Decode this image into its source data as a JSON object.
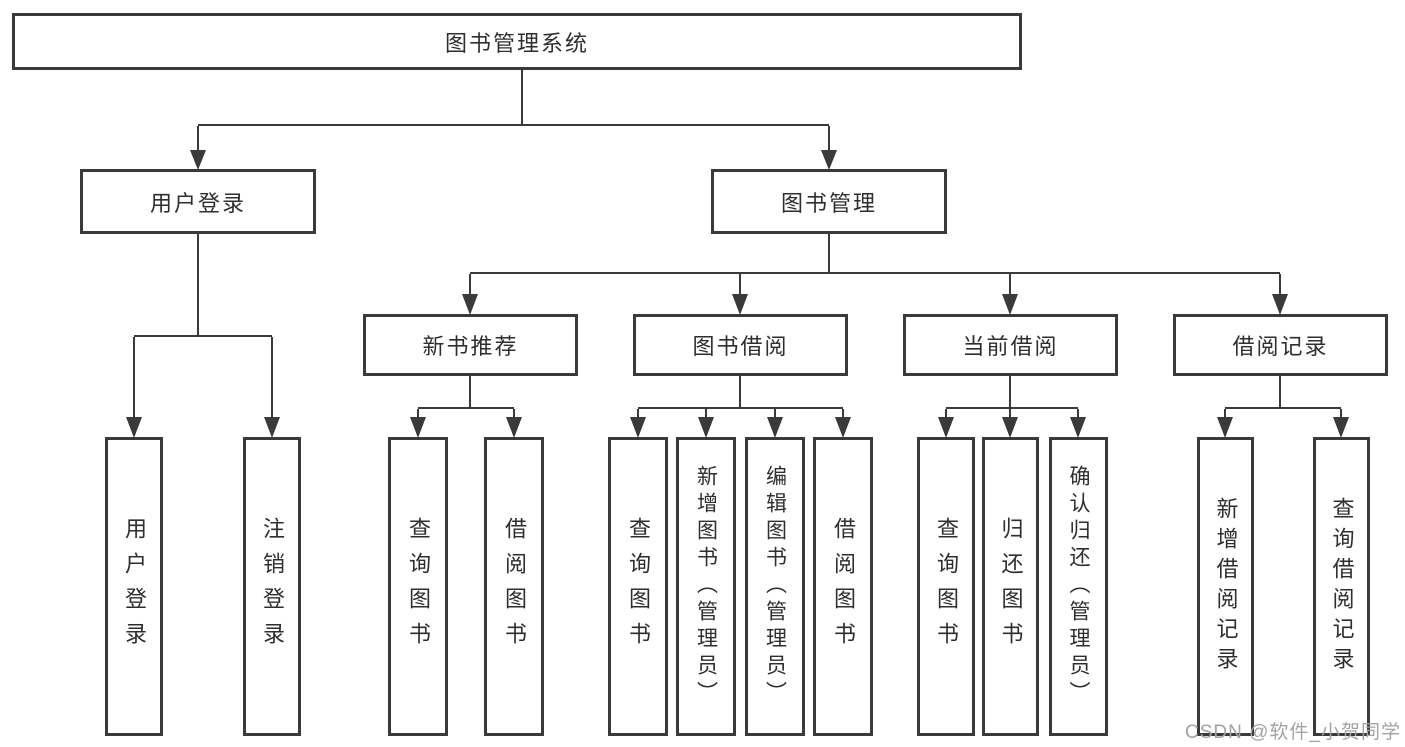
{
  "diagram": {
    "type": "hierarchy-tree",
    "title": "图书管理系统",
    "colors": {
      "background": "#ffffff",
      "box_border": "#3a3a3a",
      "line": "#3a3a3a",
      "text": "#2e2e2e",
      "watermark": "#a3a3a3"
    },
    "nodes": {
      "root": "图书管理系统",
      "user_login": "用户登录",
      "book_mgmt": "图书管理",
      "new_book_rec": "新书推荐",
      "book_borrow": "图书借阅",
      "current_borrow": "当前借阅",
      "borrow_records": "借阅记录",
      "leaf_user_login": "用户登录",
      "leaf_logout": "注销登录",
      "leaf_query_book_rec": "查询图书",
      "leaf_borrow_book_rec": "借阅图书",
      "leaf_query_book_borrow": "查询图书",
      "leaf_add_book": "新增图书（管理员）",
      "leaf_edit_book": "编辑图书（管理员）",
      "leaf_borrow_book_borrow": "借阅图书",
      "leaf_query_book_current": "查询图书",
      "leaf_return_book": "归还图书",
      "leaf_confirm_return": "确认归还（管理员）",
      "leaf_add_record": "新增借阅记录",
      "leaf_query_record": "查询借阅记录"
    },
    "edges": [
      {
        "from": "图书管理系统",
        "to": [
          "用户登录",
          "图书管理"
        ]
      },
      {
        "from": "用户登录",
        "to": [
          "用户登录",
          "注销登录"
        ]
      },
      {
        "from": "图书管理",
        "to": [
          "新书推荐",
          "图书借阅",
          "当前借阅",
          "借阅记录"
        ]
      },
      {
        "from": "新书推荐",
        "to": [
          "查询图书",
          "借阅图书"
        ]
      },
      {
        "from": "图书借阅",
        "to": [
          "查询图书",
          "新增图书（管理员）",
          "编辑图书（管理员）",
          "借阅图书"
        ]
      },
      {
        "from": "当前借阅",
        "to": [
          "查询图书",
          "归还图书",
          "确认归还（管理员）"
        ]
      },
      {
        "from": "借阅记录",
        "to": [
          "新增借阅记录",
          "查询借阅记录"
        ]
      }
    ]
  },
  "watermark": {
    "text": "CSDN @软件_小贺同学"
  }
}
